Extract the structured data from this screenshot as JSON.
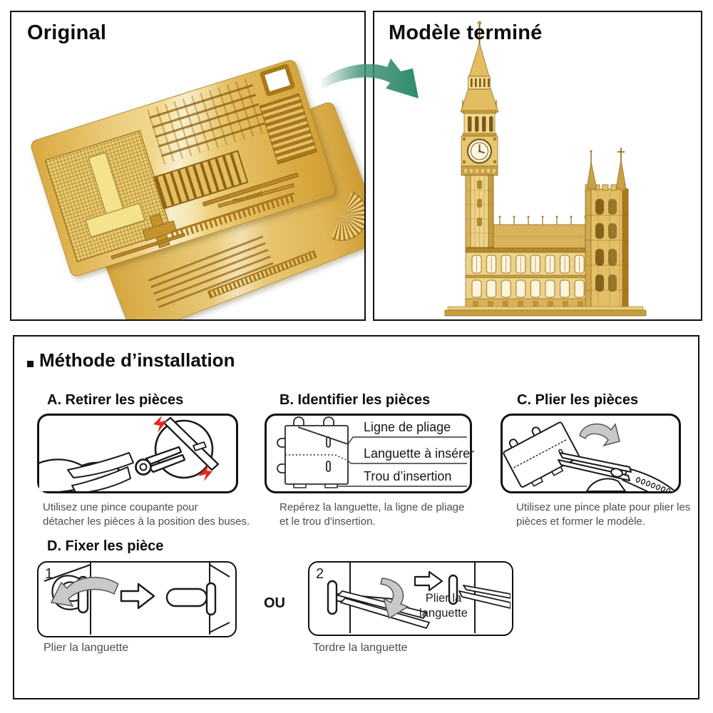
{
  "page": {
    "bg": "#ffffff"
  },
  "original_panel": {
    "title": "Original",
    "sheet_brand": "Piececool"
  },
  "finished_panel": {
    "title": "Modèle terminé"
  },
  "icons": {
    "heading_bullet": "■",
    "transform_arrow": "curved-green-arrow"
  },
  "installation": {
    "heading": "Méthode d’installation",
    "step_a": {
      "title": "A. Retirer les pièces",
      "caption_line1": "Utilisez une pince coupante pour",
      "caption_line2": "détacher les pièces à la position des buses."
    },
    "step_b": {
      "title": "B. Identifier les pièces",
      "labels": [
        "Ligne de pliage",
        "Languette à insérer",
        "Trou d’insertion"
      ],
      "caption_line1": "Repérez la languette, la ligne de pliage",
      "caption_line2": "et le trou d'insertion."
    },
    "step_c": {
      "title": "C. Plier les pièces",
      "caption_line1": "Utilisez une pince plate pour plier les",
      "caption_line2": "pièces et former le modèle."
    },
    "step_d": {
      "title": "D. Fixer les pièce",
      "or_label": "OU",
      "option1": {
        "number": "1",
        "caption": "Plier la languette"
      },
      "option2": {
        "number": "2",
        "inner_label": "Plier la languette",
        "caption": "Tordre la languette"
      }
    }
  },
  "colors": {
    "panel_border": "#111111",
    "caption_text": "#4d4d4d",
    "gold_light": "#f2dd92",
    "gold_mid": "#ddb45c",
    "gold_dark": "#a9781c",
    "arrow_green": "#2e8a6c",
    "bolt_red": "#e32a1e",
    "line_art": "#1a1a1a",
    "arrow_gray": "#c9c9c9"
  }
}
